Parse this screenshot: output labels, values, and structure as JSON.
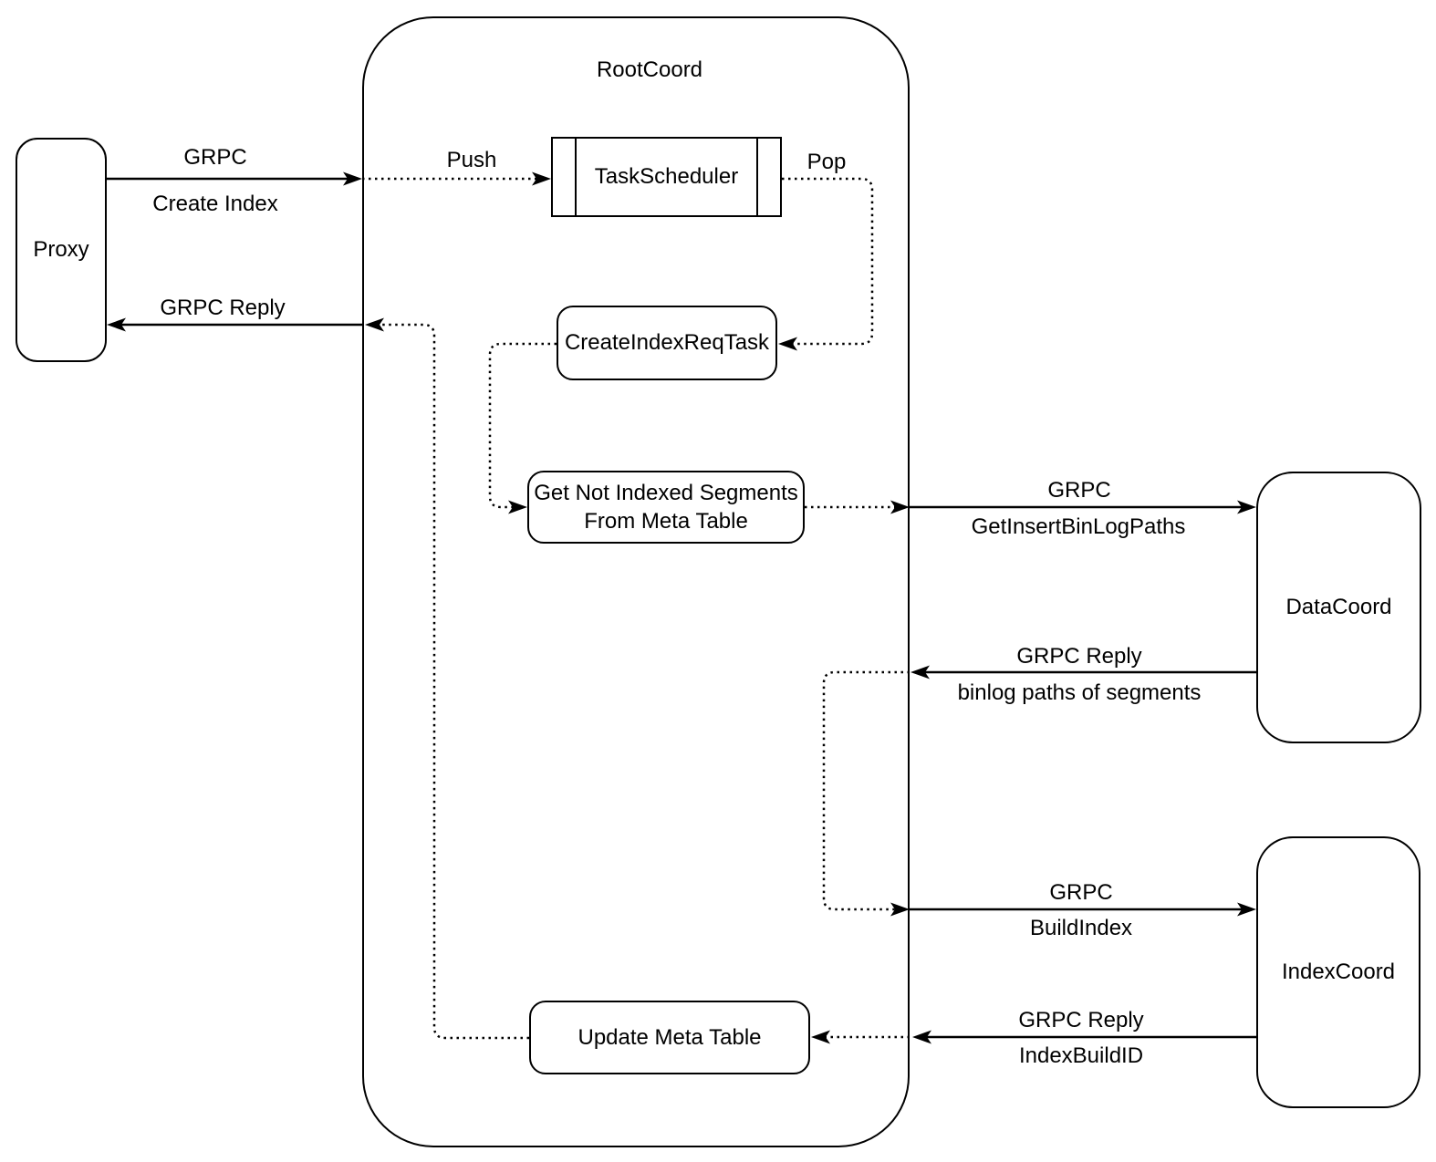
{
  "diagram": {
    "background": "#ffffff",
    "stroke_color": "#000000",
    "container": {
      "title": "RootCoord"
    },
    "nodes": {
      "proxy": {
        "label": "Proxy"
      },
      "task_scheduler": {
        "label": "TaskScheduler"
      },
      "create_index_req_task": {
        "label": "CreateIndexReqTask"
      },
      "get_not_indexed_segments": {
        "line1": "Get Not Indexed Segments",
        "line2": "From Meta Table"
      },
      "update_meta_table": {
        "label": "Update Meta Table"
      },
      "data_coord": {
        "label": "DataCoord"
      },
      "index_coord": {
        "label": "IndexCoord"
      }
    },
    "edges": {
      "proxy_to_rootcoord": {
        "line1": "GRPC",
        "line2": "Create Index"
      },
      "rootcoord_to_proxy": {
        "line1": "GRPC Reply"
      },
      "push": {
        "label": "Push"
      },
      "pop": {
        "label": "Pop"
      },
      "rootcoord_to_datacoord": {
        "line1": "GRPC",
        "line2": "GetInsertBinLogPaths"
      },
      "datacoord_to_rootcoord": {
        "line1": "GRPC Reply",
        "line2": "binlog paths of segments"
      },
      "rootcoord_to_indexcoord": {
        "line1": "GRPC",
        "line2": "BuildIndex"
      },
      "indexcoord_to_rootcoord": {
        "line1": "GRPC Reply",
        "line2": "IndexBuildID"
      }
    }
  }
}
